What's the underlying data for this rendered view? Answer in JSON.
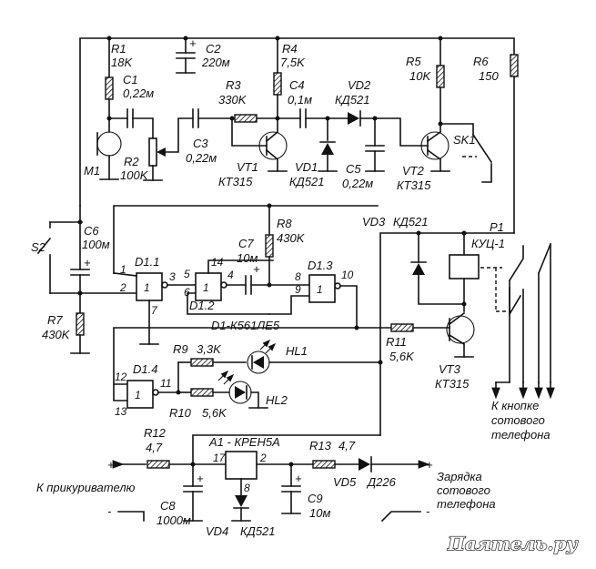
{
  "components": {
    "R1": {
      "ref": "R1",
      "value": "18K"
    },
    "R2": {
      "ref": "R2",
      "value": "100K"
    },
    "R3": {
      "ref": "R3",
      "value": "330K"
    },
    "R4": {
      "ref": "R4",
      "value": "7,5K"
    },
    "R5": {
      "ref": "R5",
      "value": "10K"
    },
    "R6": {
      "ref": "R6",
      "value": "150"
    },
    "R7": {
      "ref": "R7",
      "value": "430K"
    },
    "R8": {
      "ref": "R8",
      "value": "430K"
    },
    "R9": {
      "ref": "R9",
      "value": "3,3K"
    },
    "R10": {
      "ref": "R10",
      "value": "5,6K"
    },
    "R11": {
      "ref": "R11",
      "value": "5,6K"
    },
    "R12": {
      "ref": "R12",
      "value": "4,7"
    },
    "R13": {
      "ref": "R13",
      "value": "4,7"
    },
    "C1": {
      "ref": "C1",
      "value": "0,22м"
    },
    "C2": {
      "ref": "C2",
      "value": "220м"
    },
    "C3": {
      "ref": "C3",
      "value": "0,22м"
    },
    "C4": {
      "ref": "C4",
      "value": "0,1м"
    },
    "C5": {
      "ref": "C5",
      "value": "0,22м"
    },
    "C6": {
      "ref": "C6",
      "value": "100м"
    },
    "C7": {
      "ref": "C7",
      "value": "10м"
    },
    "C8": {
      "ref": "C8",
      "value": "1000м"
    },
    "C9": {
      "ref": "C9",
      "value": "10м"
    },
    "VD1": {
      "ref": "VD1",
      "value": "КД521"
    },
    "VD2": {
      "ref": "VD2",
      "value": "КД521"
    },
    "VD3": {
      "ref": "VD3",
      "value": "КД521"
    },
    "VD4": {
      "ref": "VD4",
      "value": "КД521"
    },
    "VD5": {
      "ref": "VD5",
      "value": "Д226"
    },
    "VT1": {
      "ref": "VT1",
      "value": "КТ315"
    },
    "VT2": {
      "ref": "VT2",
      "value": "КТ315"
    },
    "VT3": {
      "ref": "VT3",
      "value": "КТ315"
    },
    "M1": {
      "ref": "M1"
    },
    "SK1": {
      "ref": "SK1"
    },
    "S2": {
      "ref": "S2"
    },
    "HL1": {
      "ref": "HL1"
    },
    "HL2": {
      "ref": "HL2"
    },
    "P1": {
      "ref": "P1",
      "value": "КУЦ-1"
    },
    "A1": {
      "ref": "A1",
      "value": "A1 - КРЕН5А"
    },
    "D1": {
      "title": "D1-К561ЛЕ5",
      "g1": "D1.1",
      "g2": "D1.2",
      "g3": "D1.3",
      "g4": "D1.4"
    }
  },
  "pins": {
    "d11_in_a": "1",
    "d11_in_b": "2",
    "d11_out": "3",
    "d11_gnd": "7",
    "d12_in_a": "5",
    "d12_in_b": "6",
    "d12_out": "4",
    "d12_vcc": "14",
    "d13_in_a": "8",
    "d13_in_b": "9",
    "d13_out": "10",
    "d14_in_a": "12",
    "d14_in_b": "13",
    "d14_out": "11",
    "a1_in": "17",
    "a1_out": "2",
    "a1_gnd": "8"
  },
  "text": {
    "plus": "+",
    "minus": "-",
    "cigarette": "К прикуривателю",
    "charge_1": "Зарядка",
    "charge_2": "сотового",
    "charge_3": "телефона",
    "button_1": "К кнопке",
    "button_2": "сотового",
    "button_3": "телефона",
    "watermark": "Паяmель.ру"
  }
}
